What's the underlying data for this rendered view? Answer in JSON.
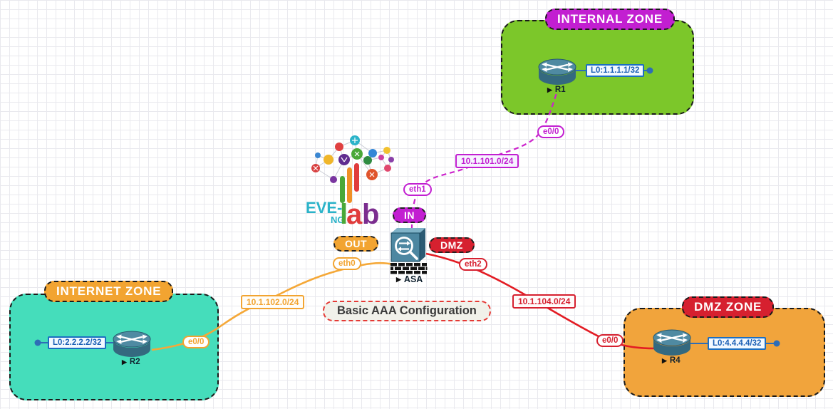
{
  "diagram_title": "Basic AAA Configuration",
  "logo": {
    "eve": "EVE-",
    "ng": "NG",
    "l": "l",
    "a": "a",
    "b": "b"
  },
  "icons": {
    "node_marker": "▶"
  },
  "zones": {
    "internal": {
      "title": "INTERNAL ZONE",
      "accent": "#c21fd1",
      "fill": "#7cc72a"
    },
    "internet": {
      "title": "INTERNET ZONE",
      "accent": "#f2a431",
      "fill": "#45ddbb"
    },
    "dmz": {
      "title": "DMZ ZONE",
      "accent": "#d6202f",
      "fill": "#f1a43c"
    }
  },
  "devices": {
    "asa": {
      "label": "ASA",
      "badges": {
        "in": "IN",
        "out": "OUT",
        "dmz": "DMZ"
      },
      "interfaces": {
        "eth0": "eth0",
        "eth1": "eth1",
        "eth2": "eth2"
      }
    },
    "r1": {
      "label": "R1",
      "loopback": "L0:1.1.1.1/32",
      "interface_label": "e0/0"
    },
    "r2": {
      "label": "R2",
      "loopback": "L0:2.2.2.2/32",
      "interface_label": "e0/0"
    },
    "r4": {
      "label": "R4",
      "loopback": "L0:4.4.4.4/32",
      "interface_label": "e0/0"
    }
  },
  "networks": {
    "internal": "10.1.101.0/24",
    "internet": "10.1.102.0/24",
    "dmz": "10.1.104.0/24"
  },
  "colors": {
    "loopback_blue": "#1b6ec2",
    "link_orange": "#f5a838",
    "link_red": "#e31b23",
    "link_magenta": "#cc22cc",
    "title_border_red": "#e53935"
  }
}
